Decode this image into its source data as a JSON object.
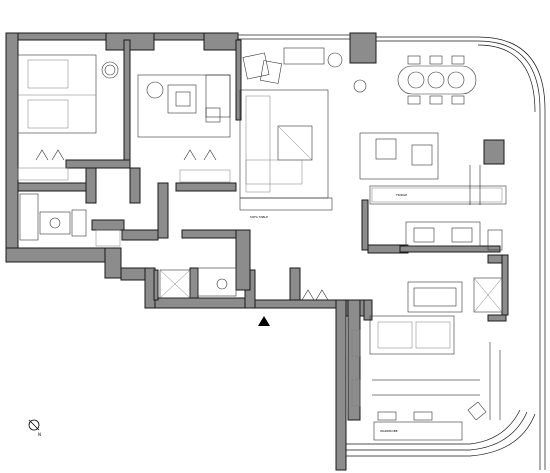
{
  "plan": {
    "labels": {
      "compass_mark": "N",
      "living_tag": "SOFA TABLE",
      "kitchen_tag": "FRIDGE",
      "bed_tag": "WARDROBE"
    },
    "colors": {
      "wall_fill": "#8c8c8c",
      "line": "#1a1a1a",
      "background": "#ffffff"
    }
  }
}
